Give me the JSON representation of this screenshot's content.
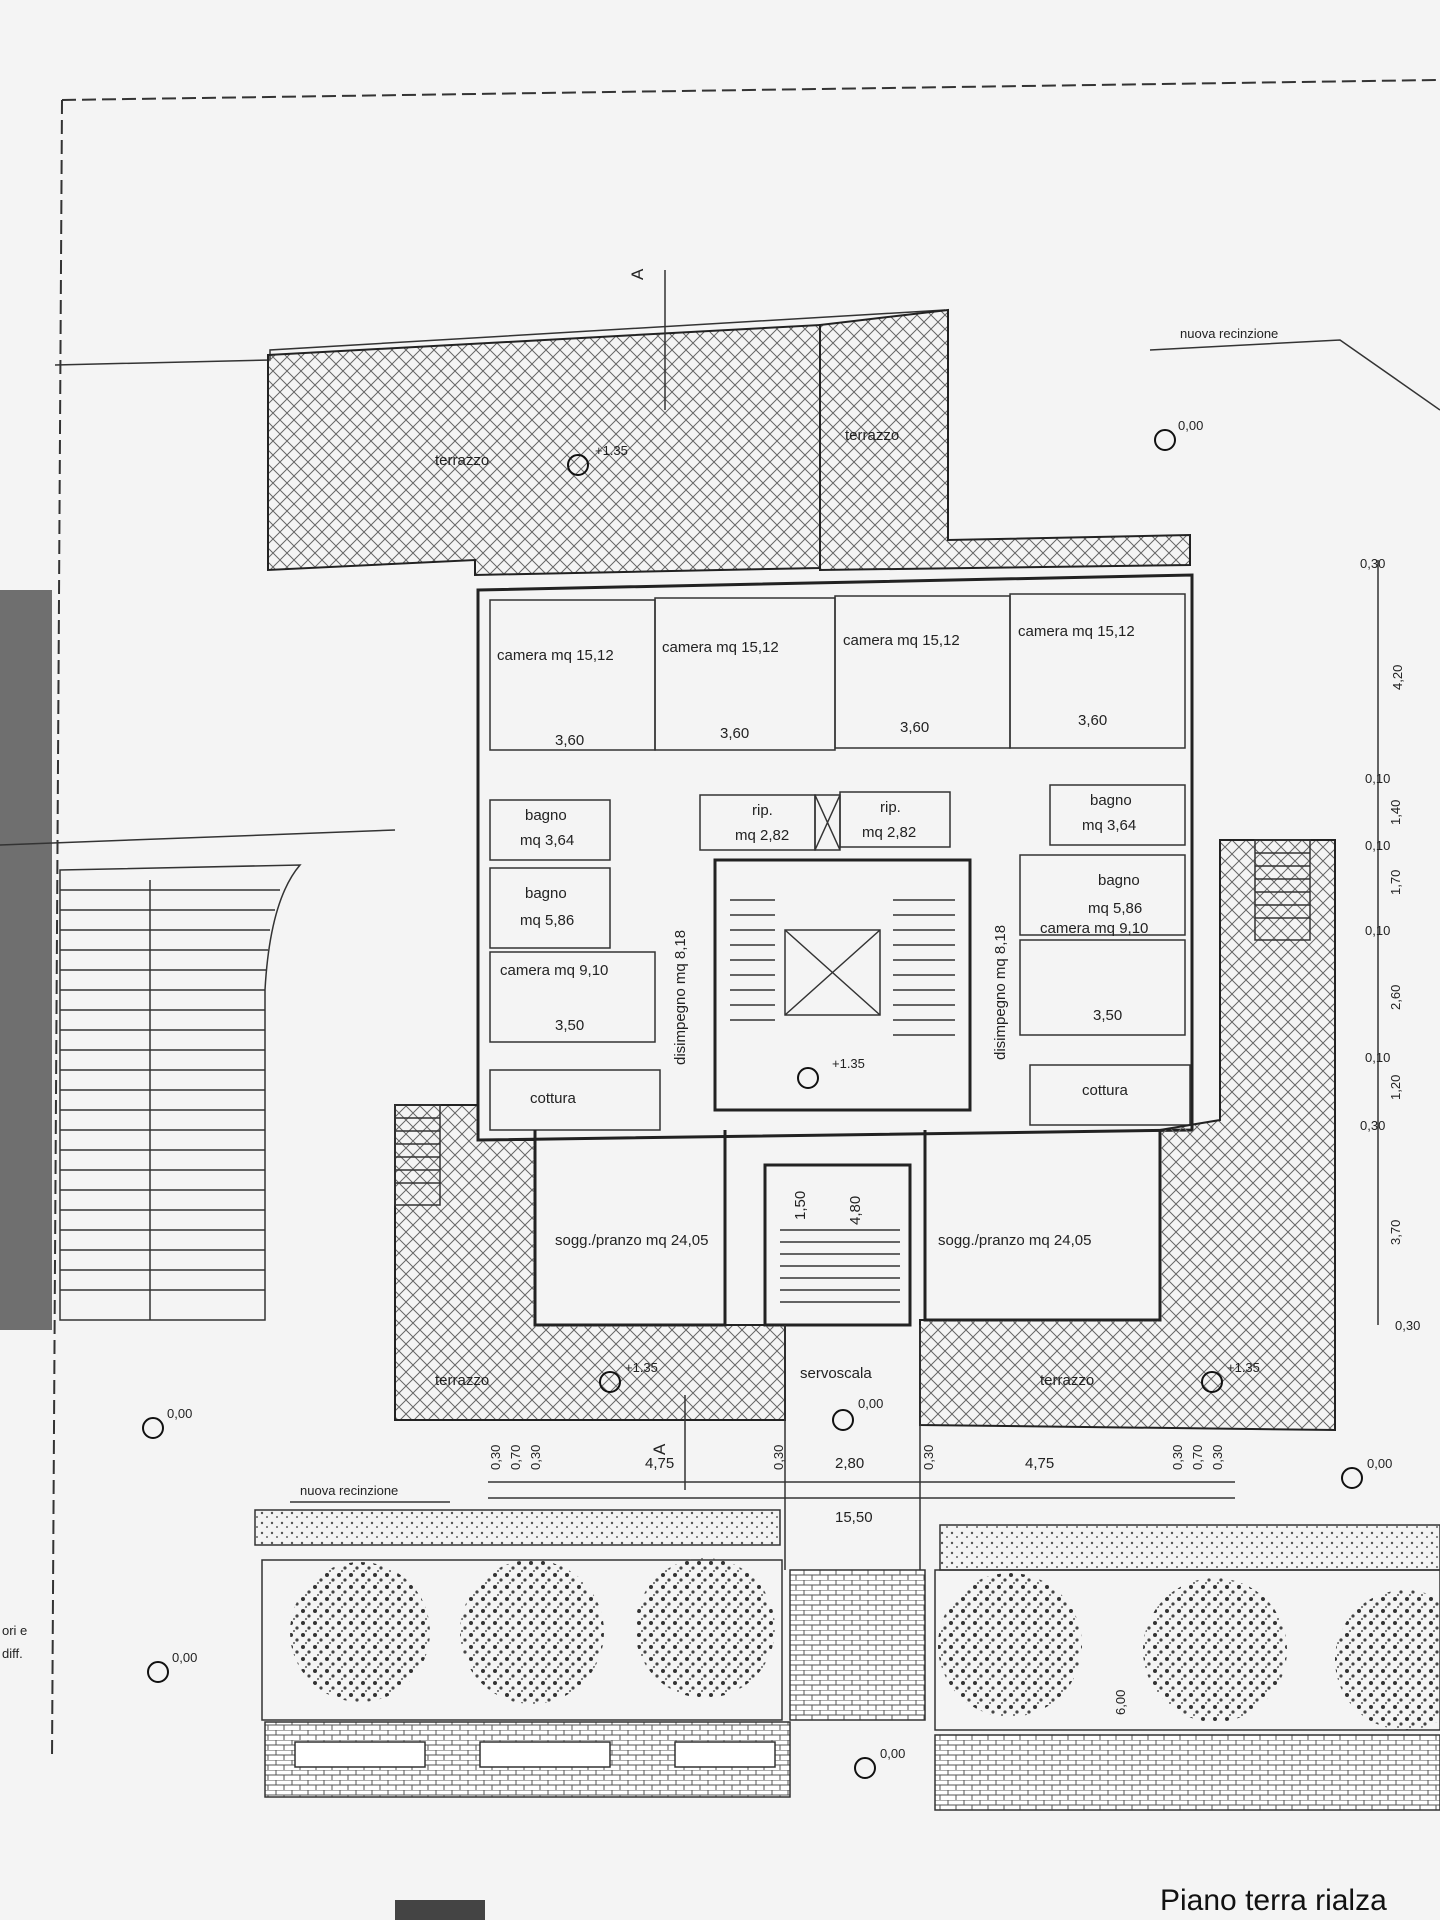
{
  "drawing": {
    "title": "Piano terra rialza",
    "section_marker": "A",
    "new_fence_top": "nuova recinzione",
    "new_fence_bottom": "nuova recinzione",
    "left_note_1": "ori e",
    "left_note_2": "diff."
  },
  "rooms": {
    "terrace_top_left": "terrazzo",
    "terrace_top_right": "terrazzo",
    "terrace_bottom_left": "terrazzo",
    "terrace_bottom_right": "terrazzo",
    "camera_1": "camera mq 15,12",
    "camera_2": "camera mq 15,12",
    "camera_3": "camera mq 15,12",
    "camera_4": "camera mq 15,12",
    "camera_1_width": "3,60",
    "camera_2_width": "3,60",
    "camera_3_width": "3,60",
    "camera_4_width": "3,60",
    "bagno_l1_a": "bagno",
    "bagno_l1_b": "mq 3,64",
    "bagno_r1_a": "bagno",
    "bagno_r1_b": "mq 3,64",
    "bagno_l2_a": "bagno",
    "bagno_l2_b": "mq 5,86",
    "bagno_r2_a": "bagno",
    "bagno_r2_b": "mq 5,86",
    "rip_l_a": "rip.",
    "rip_l_b": "mq 2,82",
    "rip_r_a": "rip.",
    "rip_r_b": "mq 2,82",
    "camera_small_l": "camera mq 9,10",
    "camera_small_r": "camera mq 9,10",
    "camera_small_l_width": "3,50",
    "camera_small_r_width": "3,50",
    "disimpegno_l": "disimpegno mq 8,18",
    "disimpegno_r": "disimpegno mq 8,18",
    "cottura_l": "cottura",
    "cottura_r": "cottura",
    "soggiorno_l": "sogg./pranzo mq 24,05",
    "soggiorno_r": "sogg./pranzo mq 24,05",
    "servoscala": "servoscala",
    "stair_dim_1": "1,50",
    "stair_dim_2": "4,80"
  },
  "levels": {
    "terrace_top": "+1.35",
    "ground_top_right": "0,00",
    "stair_hall": "+1.35",
    "terrace_bl": "+1.35",
    "terrace_br": "+1.35",
    "servoscala": "0,00",
    "ground_left": "0,00",
    "ground_right": "0,00",
    "ground_garden": "0,00",
    "ground_entry": "0,00"
  },
  "dimensions_bottom": {
    "seg_left_stack": [
      "0,30",
      "0,70",
      "0,30"
    ],
    "left": "4,75",
    "mid_a": "0,30",
    "center": "2,80",
    "mid_b": "0,30",
    "right": "4,75",
    "seg_right_stack": [
      "0,30",
      "0,70",
      "0,30"
    ],
    "total": "15,50"
  },
  "dimensions_right": {
    "d1": "0,30",
    "d2": "4,20",
    "d3": "0,10",
    "d4": "1,40",
    "d5": "0,10",
    "d6": "1,70",
    "d7": "0,10",
    "d8": "2,60",
    "d9": "0,10",
    "d10": "1,20",
    "d11": "0,30",
    "d12": "3,70",
    "d13": "0,30",
    "d14": "6,00"
  }
}
